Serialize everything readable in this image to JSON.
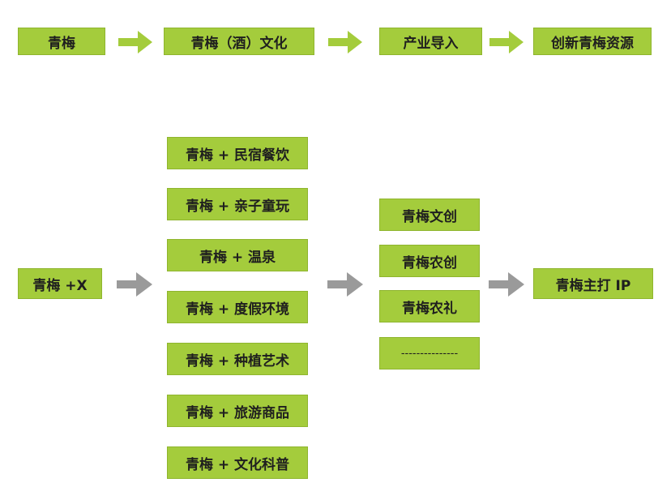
{
  "colors": {
    "box_fill": "#a4cc3c",
    "box_border": "#8fb52e",
    "green_arrow": "#a4cc3c",
    "gray_arrow": "#9a9a9a",
    "text": "#1f1f1f"
  },
  "top_flow": {
    "steps": [
      "青梅",
      "青梅（酒）文化",
      "产业导入",
      "创新青梅资源"
    ]
  },
  "bottom_flow": {
    "source": "青梅 +X",
    "combinations": [
      "青梅 + 民宿餐饮",
      "青梅 + 亲子童玩",
      "青梅 + 温泉",
      "青梅 + 度假环境",
      "青梅 + 种植艺术",
      "青梅 + 旅游商品",
      "青梅 + 文化科普"
    ],
    "products": [
      "青梅文创",
      "青梅农创",
      "青梅农礼",
      "---------------"
    ],
    "result": "青梅主打 IP"
  }
}
